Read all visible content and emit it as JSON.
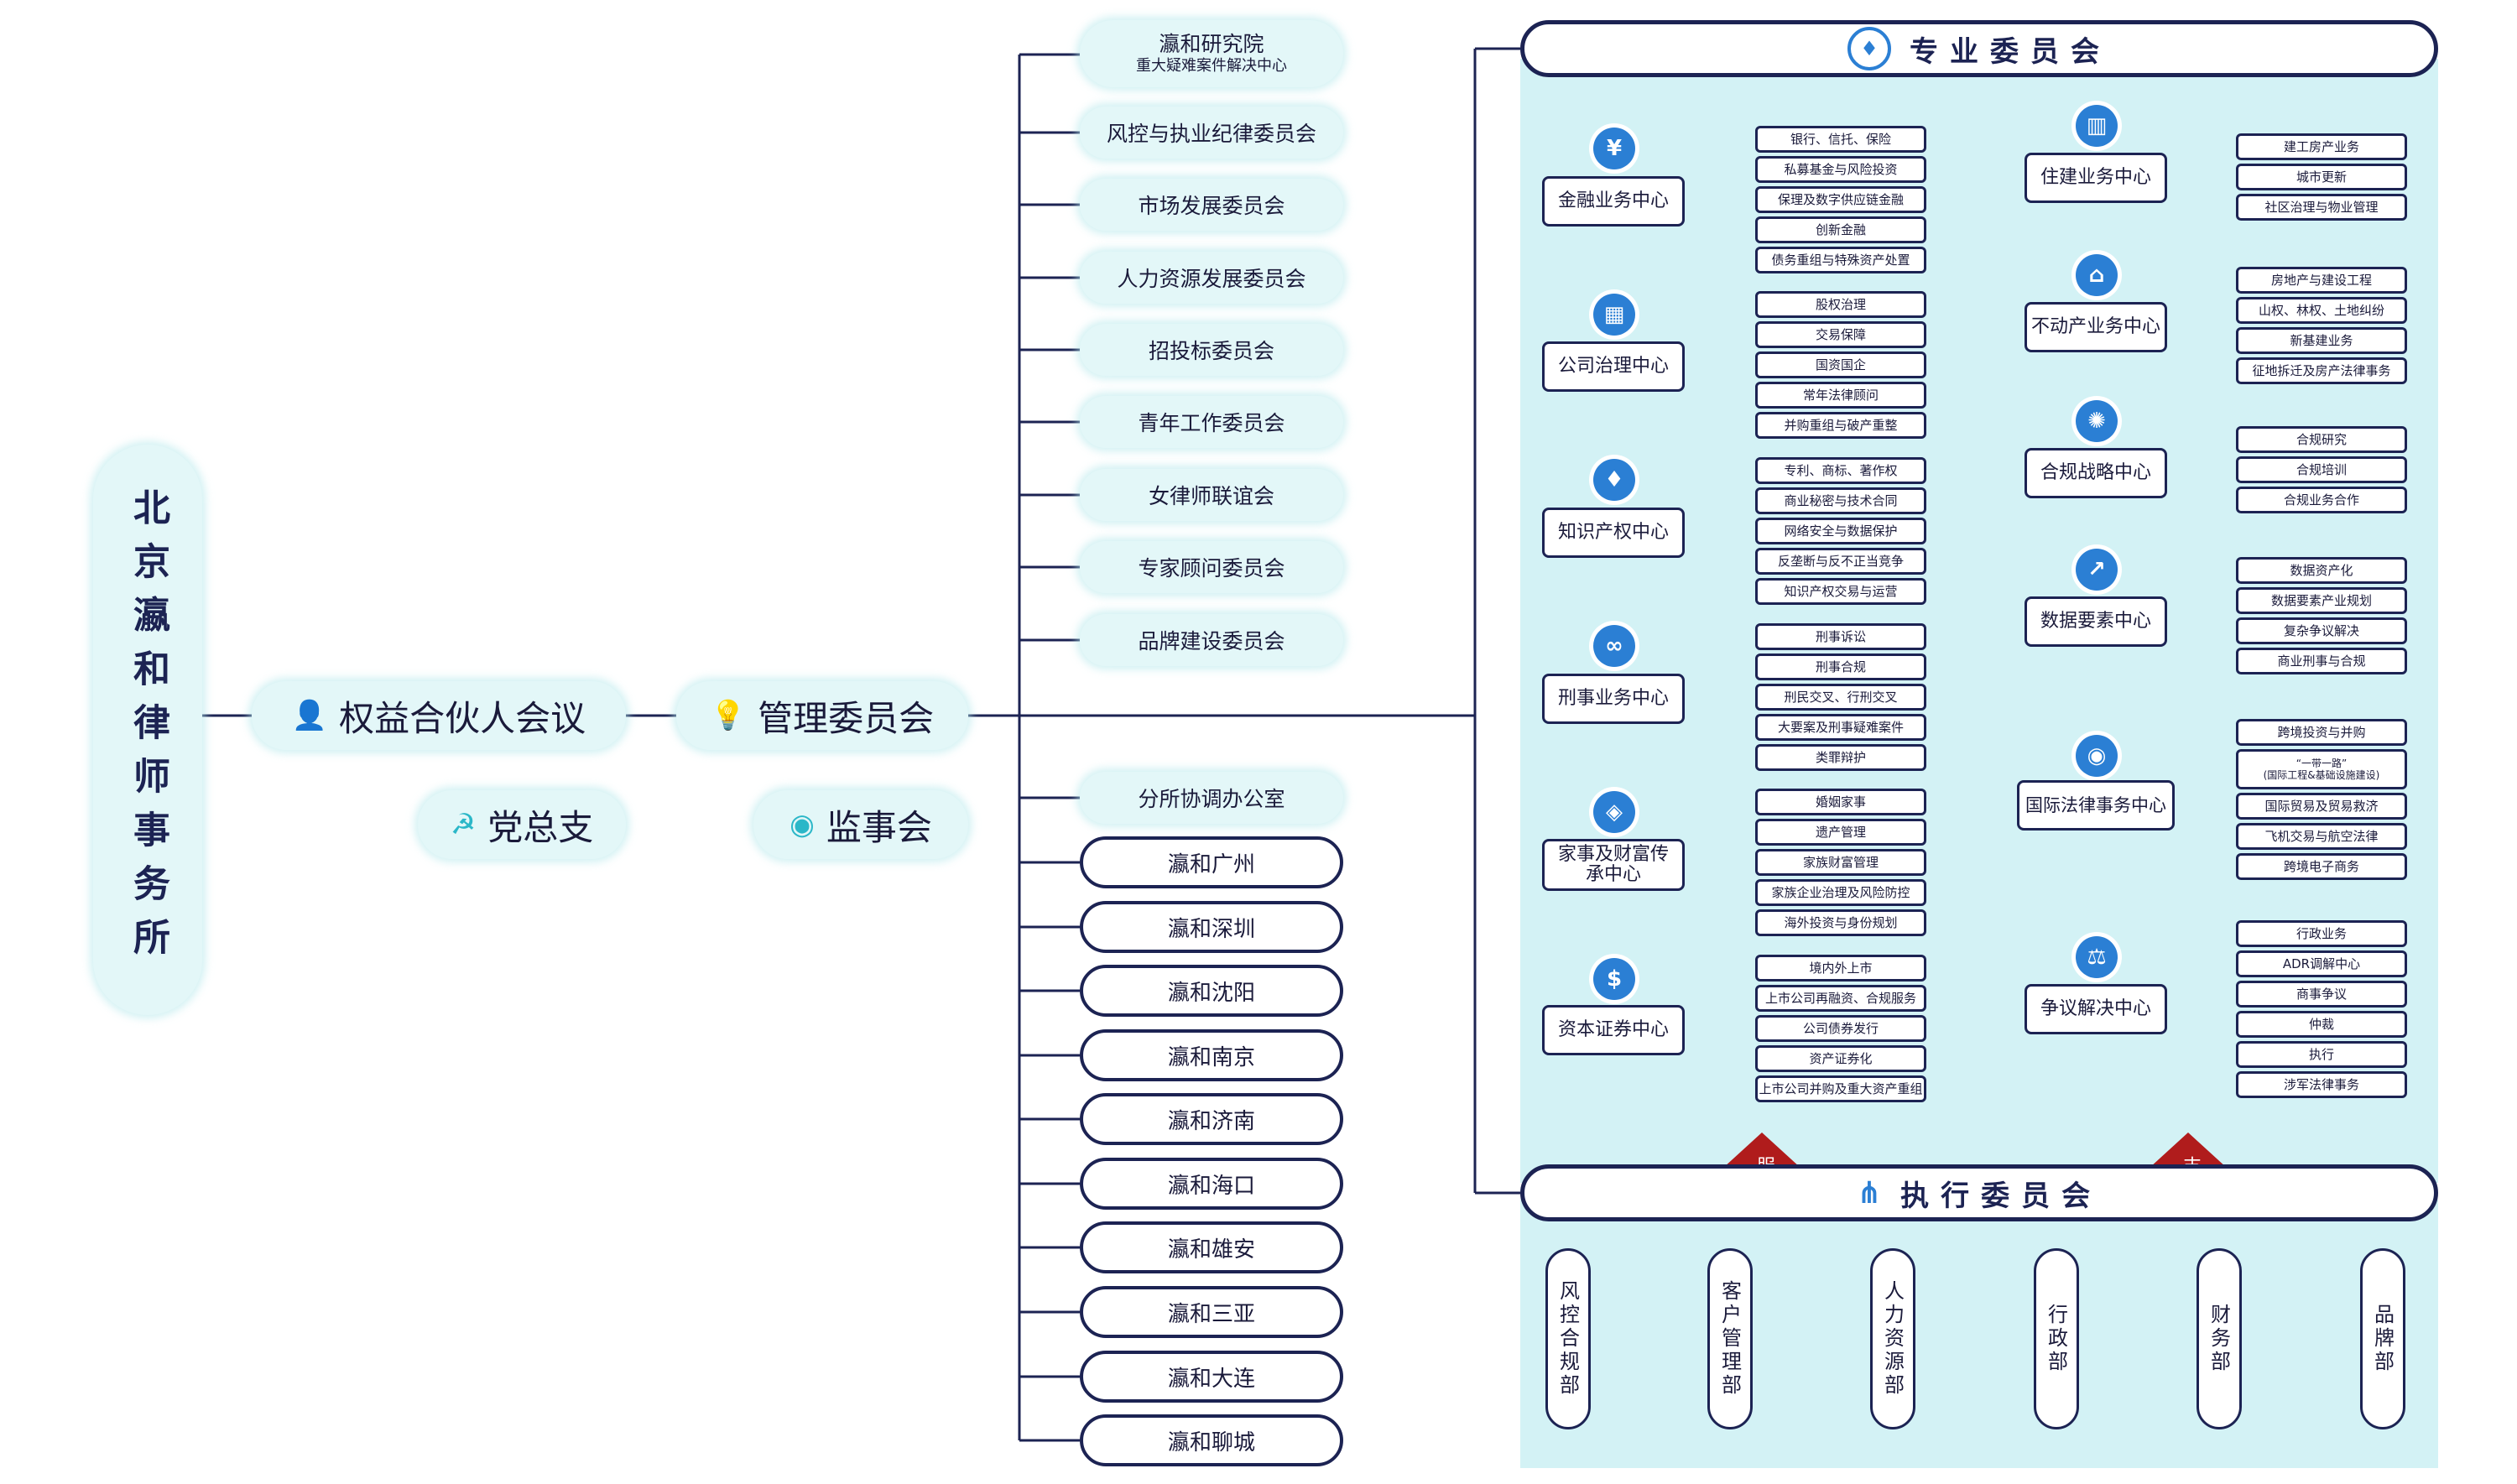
{
  "firm": {
    "name": "北京瀛和律师事务所"
  },
  "governance": {
    "partners_meeting": "权益合伙人会议",
    "party_branch": "党总支",
    "management_committee": "管理委员会",
    "supervisory_board": "监事会"
  },
  "committees": [
    {
      "title": "瀛和研究院",
      "subtitle": "重大疑难案件解决中心"
    },
    {
      "title": "风控与执业纪律委员会"
    },
    {
      "title": "市场发展委员会"
    },
    {
      "title": "人力资源发展委员会"
    },
    {
      "title": "招投标委员会"
    },
    {
      "title": "青年工作委员会"
    },
    {
      "title": "女律师联谊会"
    },
    {
      "title": "专家顾问委员会"
    },
    {
      "title": "品牌建设委员会"
    }
  ],
  "branch_office": "分所协调办公室",
  "branches": [
    "瀛和广州",
    "瀛和深圳",
    "瀛和沈阳",
    "瀛和南京",
    "瀛和济南",
    "瀛和海口",
    "瀛和雄安",
    "瀛和三亚",
    "瀛和大连",
    "瀛和聊城"
  ],
  "professional_committee": {
    "title": "专业委员会",
    "left_centers": [
      {
        "name": "金融业务中心",
        "icon": "yen-icon",
        "glyph": "¥",
        "items": [
          "银行、信托、保险",
          "私募基金与风险投资",
          "保理及数字供应链金融",
          "创新金融",
          "债务重组与特殊资产处置"
        ]
      },
      {
        "name": "公司治理中心",
        "icon": "building-icon",
        "glyph": "▦",
        "items": [
          "股权治理",
          "交易保障",
          "国资国企",
          "常年法律顾问",
          "并购重组与破产重整"
        ]
      },
      {
        "name": "知识产权中心",
        "icon": "bulb-shield-icon",
        "glyph": "♦",
        "items": [
          "专利、商标、著作权",
          "商业秘密与技术合同",
          "网络安全与数据保护",
          "反垄断与反不正当竞争",
          "知识产权交易与运营"
        ]
      },
      {
        "name": "刑事业务中心",
        "icon": "handcuffs-icon",
        "glyph": "∞",
        "items": [
          "刑事诉讼",
          "刑事合规",
          "刑民交叉、行刑交叉",
          "大要案及刑事疑难案件",
          "类罪辩护"
        ]
      },
      {
        "name": "家事及财富传承中心",
        "icon": "diamond-icon",
        "glyph": "◈",
        "items": [
          "婚姻家事",
          "遗产管理",
          "家族财富管理",
          "家族企业治理及风险防控",
          "海外投资与身份规划"
        ]
      },
      {
        "name": "资本证券中心",
        "icon": "money-icon",
        "glyph": "$",
        "items": [
          "境内外上市",
          "上市公司再融资、合规服务",
          "公司债券发行",
          "资产证券化",
          "上市公司并购及重大资产重组"
        ]
      }
    ],
    "right_centers": [
      {
        "name": "住建业务中心",
        "icon": "city-icon",
        "glyph": "▥",
        "items": [
          "建工房产业务",
          "城市更新",
          "社区治理与物业管理"
        ]
      },
      {
        "name": "不动产业务中心",
        "icon": "house-icon",
        "glyph": "⌂",
        "items": [
          "房地产与建设工程",
          "山权、林权、土地纠纷",
          "新基建业务",
          "征地拆迁及房产法律事务"
        ]
      },
      {
        "name": "合规战略中心",
        "icon": "lightbulb-icon",
        "glyph": "✺",
        "items": [
          "合规研究",
          "合规培训",
          "合规业务合作"
        ]
      },
      {
        "name": "数据要素中心",
        "icon": "chart-icon",
        "glyph": "↗",
        "items": [
          "数据资产化",
          "数据要素产业规划",
          "复杂争议解决",
          "商业刑事与合规"
        ]
      },
      {
        "name": "国际法律事务中心",
        "icon": "globe-icon",
        "glyph": "◉",
        "items": [
          "跨境投资与并购",
          "“一带一路”\n(国际工程&基础设施建设)",
          "国际贸易及贸易救济",
          "飞机交易与航空法律",
          "跨境电子商务"
        ]
      },
      {
        "name": "争议解决中心",
        "icon": "scales-icon",
        "glyph": "⚖",
        "items": [
          "行政业务",
          "ADR调解中心",
          "商事争议",
          "仲裁",
          "执行",
          "涉军法律事务"
        ]
      }
    ]
  },
  "executive_committee": {
    "title": "执行委员会",
    "serve_label": "服务",
    "support_label": "支持",
    "departments": [
      "风控合规部",
      "客户管理部",
      "人力资源部",
      "行政部",
      "财务部",
      "品牌部"
    ]
  },
  "colors": {
    "navy": "#1c2353",
    "pill": "#e3f7f8",
    "panel": "#d3f2f5",
    "icon": "#2b7fd4",
    "arrow": "#b01c1c"
  }
}
